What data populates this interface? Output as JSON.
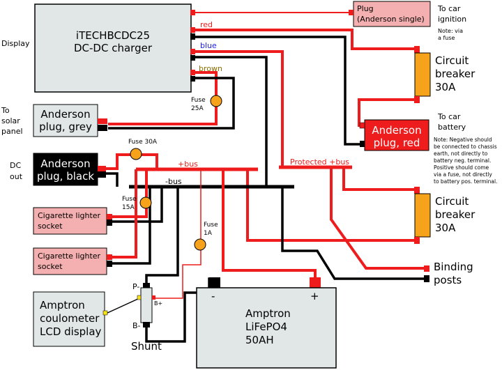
{
  "charger": {
    "line1": "iTECHBCDC25",
    "line2": "DC-DC charger",
    "side_label": "Display"
  },
  "wires": {
    "red": "red",
    "blue": "blue",
    "brown": "brown"
  },
  "plug_ignition": {
    "line1": "Plug",
    "line2": "(Anderson single)",
    "note_title1": "To car",
    "note_title2": "ignition",
    "note1": "Note: via",
    "note2": "a fuse"
  },
  "breaker_top": {
    "line1": "Circuit",
    "line2": "breaker",
    "line3": "30A"
  },
  "breaker_bottom": {
    "line1": "Circuit",
    "line2": "breaker",
    "line3": "30A"
  },
  "anderson_red": {
    "line1": "Anderson",
    "line2": "plug, red",
    "title1": "To car",
    "title2": "battery",
    "note": [
      "Note: Negative should",
      "be connected to chassis",
      "earth, not directly to",
      "battery neg. terminal.",
      "Positive should come",
      "via a fuse, not directly",
      "to battery pos. terminal."
    ]
  },
  "anderson_grey": {
    "line1": "Anderson",
    "line2": "plug, grey",
    "side1": "To",
    "side2": "solar",
    "side3": "panel"
  },
  "anderson_black": {
    "line1": "Anderson",
    "line2": "plug, black",
    "side1": "DC",
    "side2": "out"
  },
  "fuses": {
    "f25_1": "Fuse",
    "f25_2": "25A",
    "f30": "Fuse 30A",
    "f15_1": "Fuse",
    "f15_2": "15A",
    "f1_1": "Fuse",
    "f1_2": "1A"
  },
  "bus": {
    "pos": "+bus",
    "neg": "-bus",
    "protected": "Protected +bus"
  },
  "cig1": {
    "line1": "Cigarette lighter",
    "line2": "socket"
  },
  "cig2": {
    "line1": "Cigarette lighter",
    "line2": "socket"
  },
  "coulometer": {
    "line1": "Amptron",
    "line2": "coulometer",
    "line3": "LCD display"
  },
  "shunt": {
    "label": "Shunt",
    "pminus": "P-",
    "bminus": "B-",
    "bplus": "B+"
  },
  "battery": {
    "line1": "Amptron",
    "line2": "LiFePO4",
    "line3": "50AH",
    "neg": "-",
    "pos": "+"
  },
  "binding": {
    "line1": "Binding",
    "line2": "posts"
  },
  "colors": {
    "red_wire": "#ee1c1c",
    "black_wire": "#000000",
    "brown_wire": "#cc6633",
    "fuse": "#f7a21b",
    "breaker": "#f7a21b",
    "box_grey": "#e1e6e6",
    "box_pink": "#f4b0b0",
    "box_red": "#ee1c1c"
  }
}
